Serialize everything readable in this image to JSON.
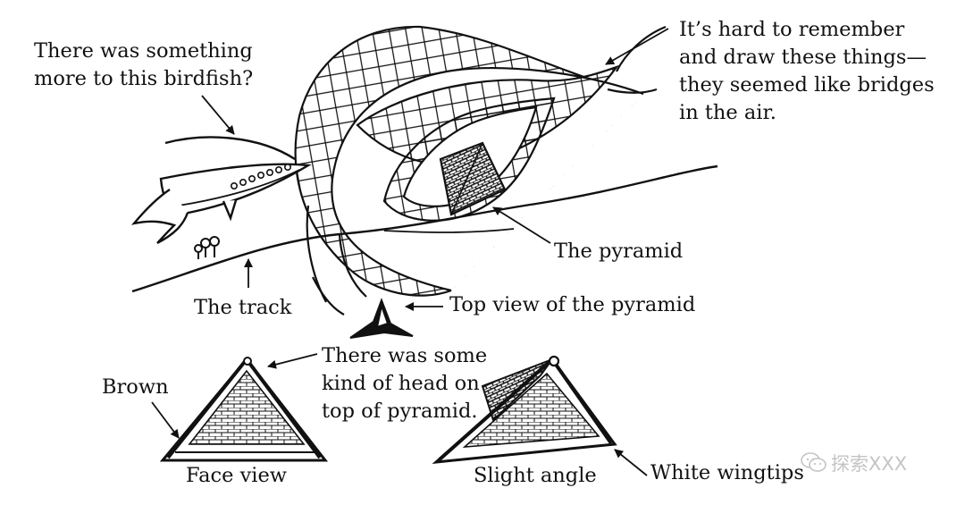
{
  "labels": {
    "birdfish": [
      "There was something",
      "more to this birdfish?"
    ],
    "hard_to_remember": [
      "It’s hard to remember",
      "and draw these things—",
      "they seemed like bridges",
      "in the air."
    ],
    "the_pyramid": "The pyramid",
    "the_track": "The track",
    "top_view": "Top view of the pyramid",
    "head_on_top": [
      "There was some",
      "kind of head on",
      "top of pyramid."
    ],
    "brown": "Brown",
    "face_view": "Face view",
    "slight_angle": "Slight angle",
    "white_wingtips": "White wingtips"
  },
  "watermark": {
    "text": "探索XXX",
    "icon": "wechat-icon",
    "color": "#c4c4c4"
  },
  "colors": {
    "ink": "#111111",
    "background": "#ffffff"
  }
}
